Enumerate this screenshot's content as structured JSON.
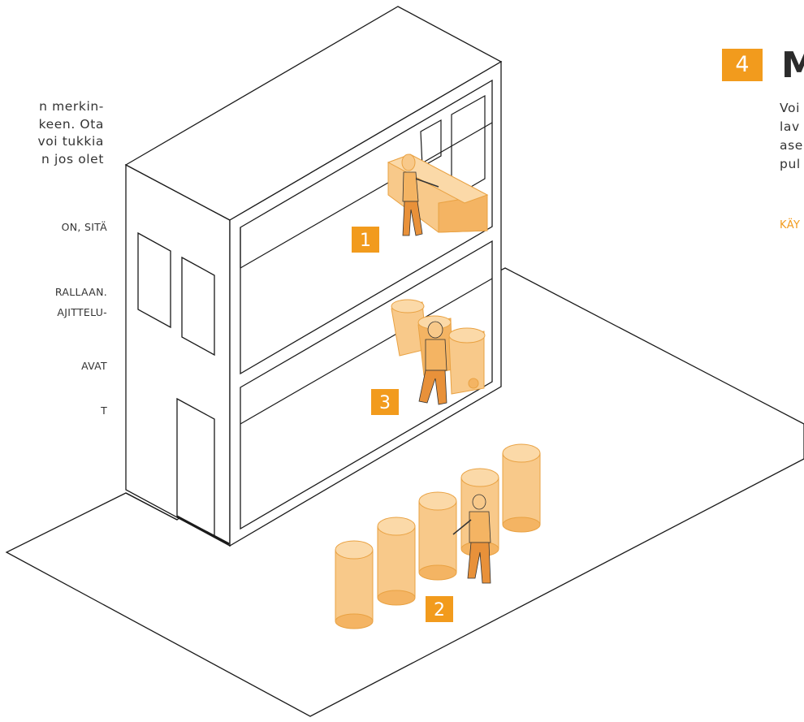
{
  "left_column": {
    "paragraph_lines": [
      "n merkin-",
      "keen. Ota",
      "voi tukkia",
      "n jos olet"
    ],
    "caps_lines": [
      "ON, SITÄ",
      "RALLAAN.",
      "AJITTELU-",
      "AVAT",
      "T"
    ]
  },
  "illustration": {
    "markers": [
      "1",
      "2",
      "3"
    ]
  },
  "right_column": {
    "step_number": "4",
    "title": "M",
    "paragraph_lines": [
      "Voi",
      "lav",
      "ase",
      "pul"
    ],
    "link": "KÄY"
  },
  "colors": {
    "accent": "#f29b1d",
    "object_fill": "#f8c98a",
    "line": "#1a1a1a"
  }
}
